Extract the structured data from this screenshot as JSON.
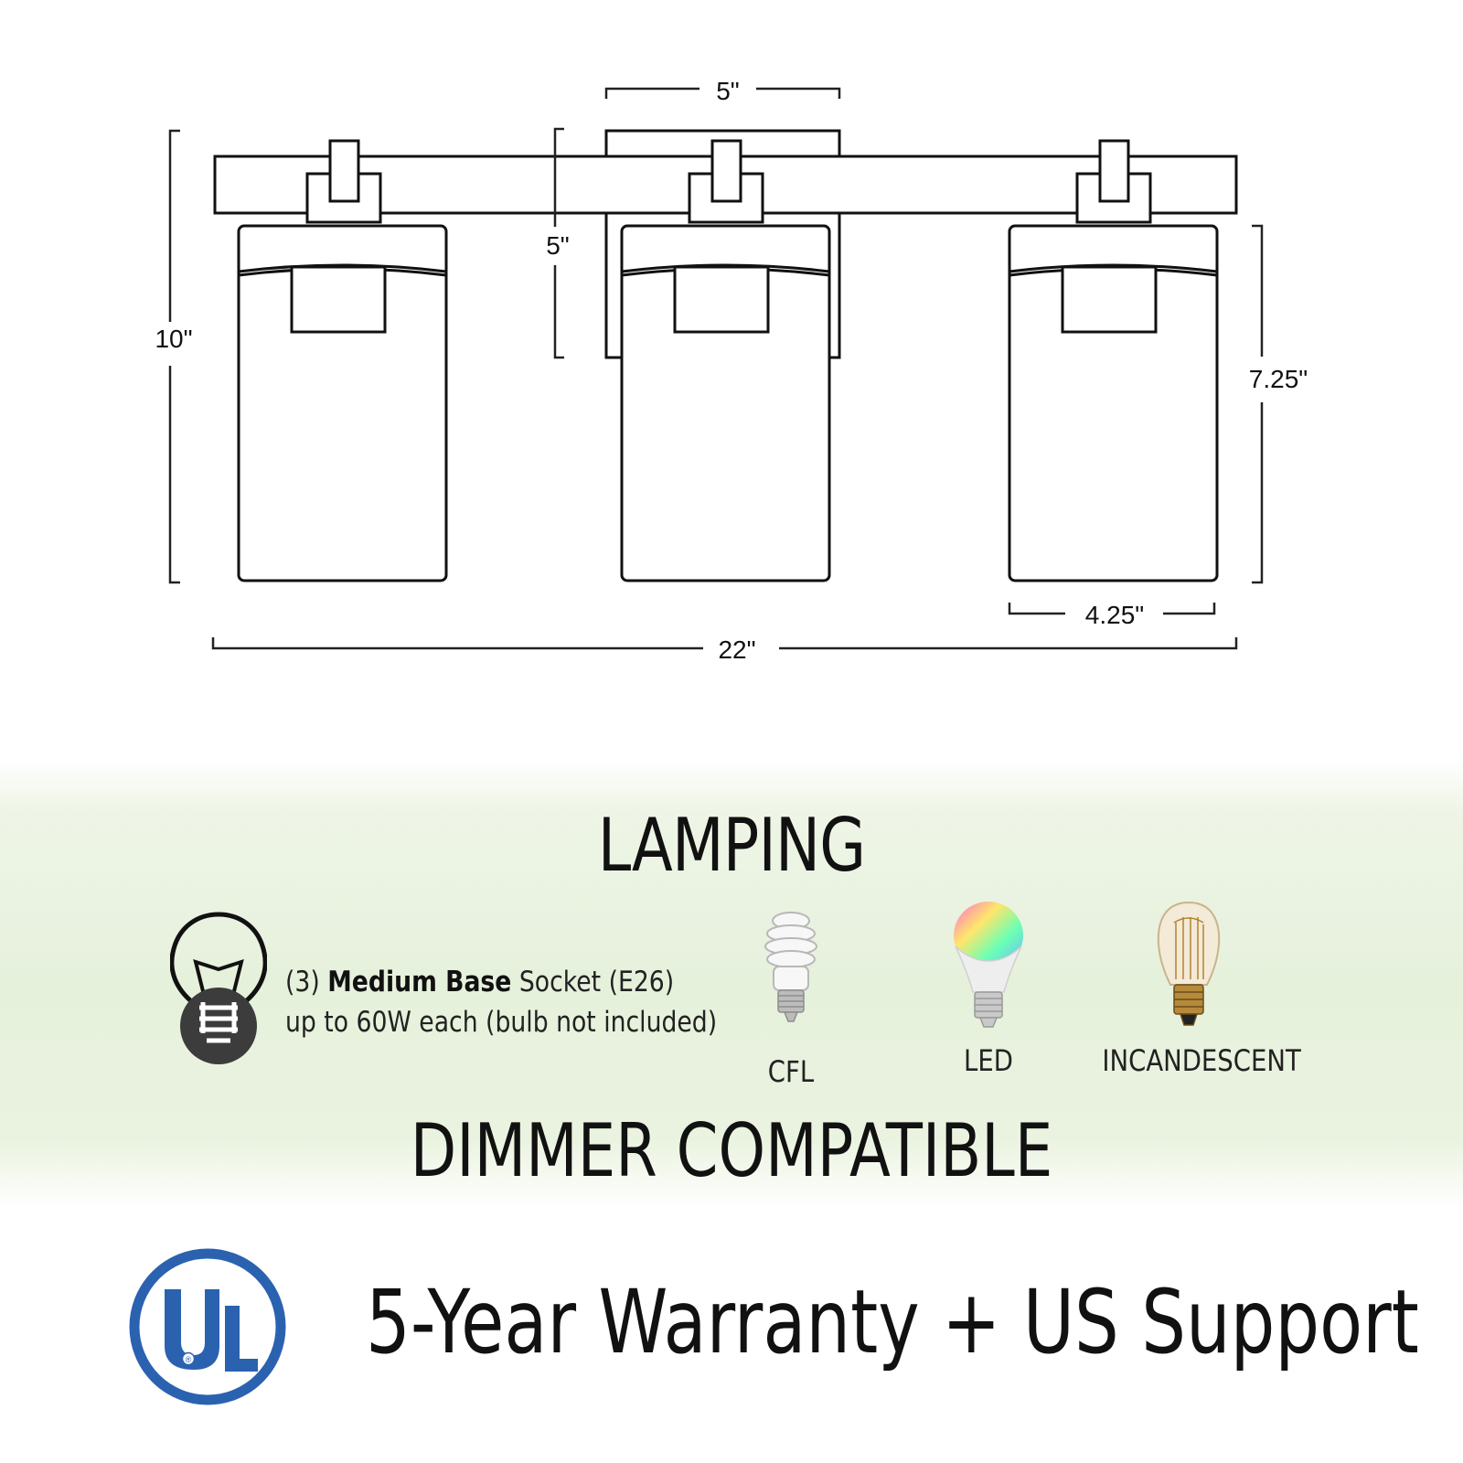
{
  "dimensions": {
    "canopy_width": "5\"",
    "canopy_height": "5\"",
    "overall_height": "10\"",
    "shade_height": "7.25\"",
    "shade_width": "4.25\"",
    "overall_width": "22\""
  },
  "lamping": {
    "title": "LAMPING",
    "socket_count": "(3)",
    "socket_type": "Medium Base",
    "socket_suffix": "Socket (E26)",
    "wattage_note": "up to 60W each (bulb not included)",
    "bulb_types": [
      {
        "label": "CFL",
        "icon": "cfl-bulb-icon"
      },
      {
        "label": "LED",
        "icon": "led-bulb-icon"
      },
      {
        "label": "INCANDESCENT",
        "icon": "incandescent-bulb-icon"
      }
    ],
    "dimmer": "DIMMER COMPATIBLE"
  },
  "certification": {
    "logo_letters": "UL",
    "logo_mark": "®",
    "logo_color": "#2b62b0"
  },
  "warranty": "5-Year Warranty + US Support"
}
